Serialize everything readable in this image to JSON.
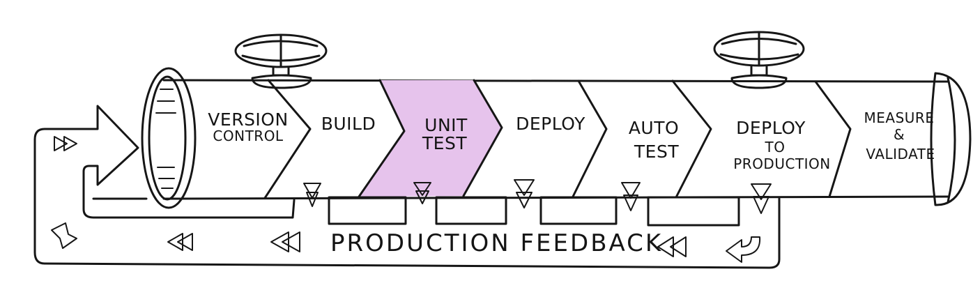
{
  "stages": [
    {
      "id": "version-control",
      "lines": [
        "VERSION",
        "CONTROL"
      ]
    },
    {
      "id": "build",
      "lines": [
        "BUILD"
      ]
    },
    {
      "id": "unit-test",
      "lines": [
        "UNIT",
        "TEST"
      ]
    },
    {
      "id": "deploy",
      "lines": [
        "DEPLOY"
      ]
    },
    {
      "id": "auto-test",
      "lines": [
        "AUTO",
        "TEST"
      ]
    },
    {
      "id": "deploy-to-production",
      "lines": [
        "DEPLOY",
        "TO",
        "PRODUCTION"
      ]
    },
    {
      "id": "measure-validate",
      "lines": [
        "MEASURE",
        "&",
        "VALIDATE"
      ]
    }
  ],
  "feedback": {
    "label": "PRODUCTION FEEDBACK"
  },
  "highlighted_stage": "unit-test",
  "colors": {
    "highlight": "#e6c3ec",
    "ink": "#161616"
  },
  "icons": [
    "valve-wheel-icon",
    "arrow-down-icon",
    "rewind-arrow-icon",
    "u-turn-arrow-icon",
    "forward-arrow-icon"
  ]
}
